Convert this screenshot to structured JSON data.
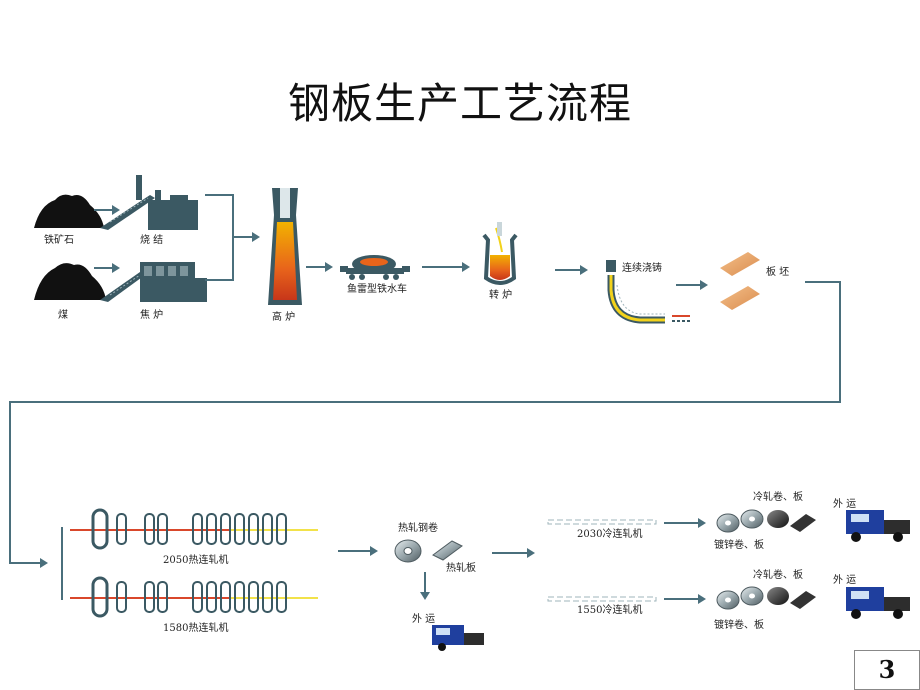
{
  "title": "钢板生产工艺流程",
  "page_number": "3",
  "labels": {
    "iron_ore": "铁矿石",
    "sinter": "烧 结",
    "coal": "煤",
    "coke_oven": "焦 炉",
    "blast_furnace": "高 炉",
    "torpedo_car": "鱼雷型铁水车",
    "converter": "转 炉",
    "continuous_casting": "连续浇铸",
    "slab": "板 坯",
    "hot_mill_2050": "2050热连轧机",
    "hot_mill_1580": "1580热连轧机",
    "hot_coil": "热轧钢卷",
    "hot_plate": "热轧板",
    "ship_out_1": "外 运",
    "cold_mill_2030": "2030冷连轧机",
    "cold_mill_1550": "1550冷连轧机",
    "cold_coil_top": "冷轧卷、板",
    "galv_top": "镀锌卷、板",
    "cold_coil_bottom": "冷轧卷、板",
    "galv_bottom": "镀锌卷、板",
    "ship_out_2": "外 运",
    "ship_out_3": "外 运"
  },
  "colors": {
    "flow_line": "#4a6f7c",
    "molten": "#e8641b",
    "hot_yellow": "#f2d21b",
    "slab": "#e9a46a",
    "truck_cab": "#1f3f9e"
  }
}
